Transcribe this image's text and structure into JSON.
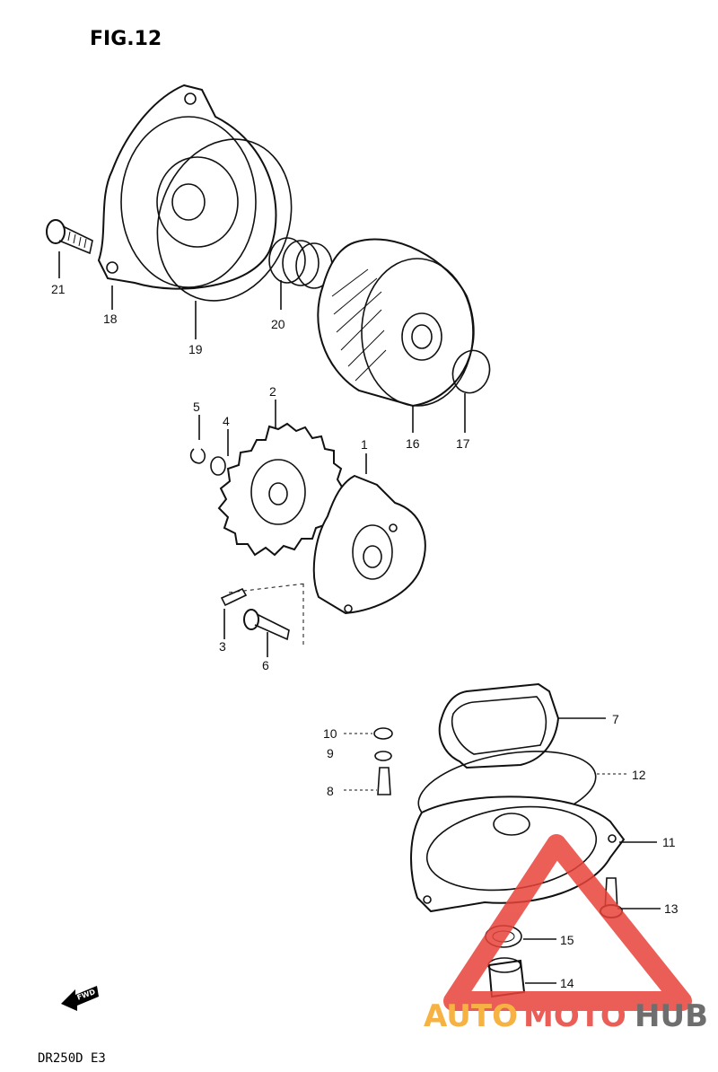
{
  "figure_title": "FIG.12",
  "model_code": "DR250D E3",
  "fwd_label": "FWD",
  "watermark": {
    "auto": "AUTO",
    "moto": "MOTO",
    "hub": "HUB",
    "color_primary": "#e8433a",
    "color_secondary": "#f5a623",
    "color_dark": "#555555"
  },
  "callouts": {
    "p1": "1",
    "p2": "2",
    "p3": "3",
    "p4": "4",
    "p5": "5",
    "p6": "6",
    "p7": "7",
    "p8": "8",
    "p9": "9",
    "p10": "10",
    "p11": "11",
    "p12": "12",
    "p13": "13",
    "p14": "14",
    "p15": "15",
    "p16": "16",
    "p17": "17",
    "p18": "18",
    "p19": "19",
    "p20": "20",
    "p21": "21"
  }
}
